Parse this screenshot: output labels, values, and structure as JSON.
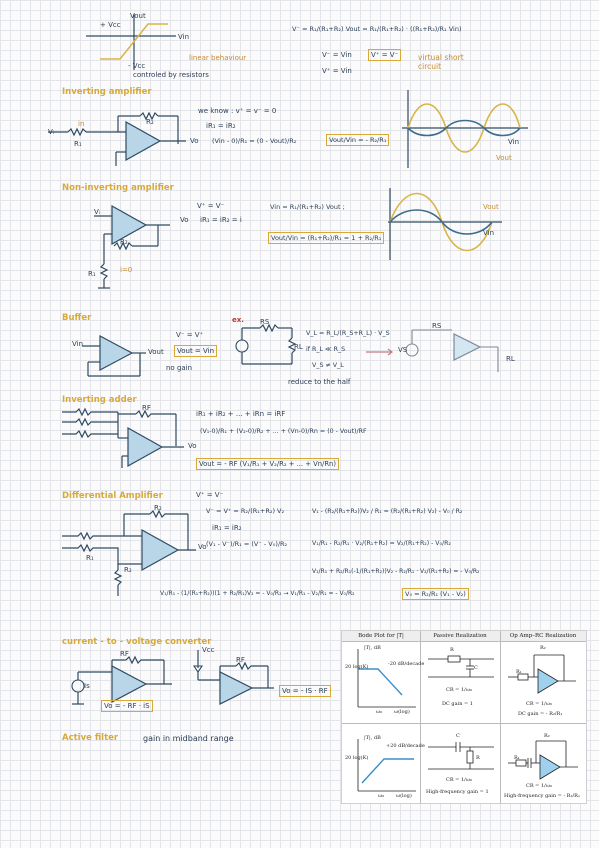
{
  "intro": {
    "vout": "Vout",
    "vcc": "+ Vcc",
    "vin": "Vin",
    "neg_vcc": "- Vcc",
    "linear": "linear behaviour",
    "controlled": "controled by resistors",
    "vminus_eq": "V⁻ = R₁/(R₁+R₂) Vout = R₁/(R₁+R₂) · ((R₁+R₂)/R₁ Vin)",
    "vminus_vin": "V⁻ = Vin",
    "vequal": "V⁺ = V⁻",
    "vplus_vin": "V⁺ = Vin",
    "virtual_short": "virtual short circuit"
  },
  "inverting": {
    "title": "Inverting amplifier",
    "we_know": "we know : v⁺ = v⁻ = 0",
    "currents": "iR₁ = iR₂",
    "eq": "(Vin - 0)/R₁ = (0 - Vout)/R₂",
    "gain": "Vout/Vin = - R₂/R₁",
    "lbl_in": "in",
    "lbl_vi": "Vᵢ",
    "lbl_r1": "R₁",
    "lbl_r2": "R₂",
    "lbl_vo": "Vo",
    "lbl_vin_wave": "Vin",
    "lbl_vout_wave": "Vout"
  },
  "non_inverting": {
    "title": "Non-inverting amplifier",
    "veq": "V⁺ = V⁻",
    "vin_eq": "Vin = R₁/(R₁+R₂) Vout ;",
    "currents": "iR₁ = iR₂ = i",
    "gain": "Vout/Vin = (R₁+R₂)/R₁ = 1 + R₂/R₁",
    "lbl_vout_wave": "Vout",
    "lbl_vin_wave": "Vin",
    "lbl_r1": "R₁",
    "lbl_r2": "R₂",
    "lbl_vo": "Vo",
    "lbl_vi": "Vᵢ",
    "lbl_i0": "i=0"
  },
  "buffer": {
    "title": "Buffer",
    "veq": "V⁻ = V⁺",
    "vout_vin": "Vout = Vin",
    "no_gain": "no gain",
    "ex": "ex.",
    "divider": "V_L = R_L/(R_S+R_L) · V_S",
    "if_rl": "if R_L ≪ R_S",
    "vs_vl": "V_S ≠ V_L",
    "reduce": "reduce to the half",
    "lbl_vin": "Vin",
    "lbl_vout": "Vout",
    "lbl_rs": "RS",
    "lbl_rl": "RL",
    "lbl_vs": "VS"
  },
  "adder": {
    "title": "Inverting adder",
    "currents": "iR₁ + iR₂ + ... + iRn = iRF",
    "eq": "(V₁-0)/R₁ + (V₂-0)/R₂ + ... + (Vn-0)/Rn = (0 - Vout)/RF",
    "result": "Vout = - RF (V₁/R₁ + V₂/R₂ + ... + Vn/Rn)",
    "lbl_rf": "RF",
    "lbl_vo": "Vo"
  },
  "differential": {
    "title": "Differential Amplifier",
    "veq": "V⁺ = V⁻",
    "l1": "V⁻ = V⁺ = R₂/(R₁+R₂) V₂",
    "l2": "iR₁ = iR₂",
    "l3": "(V₁ - V⁻)/R₁ = (V⁻ - V₀)/R₂",
    "r1": "V₁ - (R₂/(R₁+R₂))V₂ / R₁ = (R₂/(R₁+R₂) V₂) - V₀ / R₂",
    "r2": "V₁/R₁ - R₂/R₁ · V₂/(R₁+R₂) = V₂/(R₁+R₂) - V₀/R₂",
    "r3": "V₁/R₁ + R₂/R₁(-1/(R₁+R₂))V₂ - R₂/R₁ · V₂/(R₁+R₂) = - V₀/R₂",
    "r4": "V₁/R₁ - (1/(R₁+R₂))(1 + R₂/R₁)V₂ = - V₀/R₂ → V₁/R₁ - V₂/R₁ = - V₀/R₂",
    "result": "V₀ = R₂/R₁ (V₁ - V₂)",
    "lbl_r1": "R₁",
    "lbl_r2": "R₂",
    "lbl_vo": "Vo"
  },
  "converter": {
    "title": "current - to - voltage converter",
    "lbl_rf": "RF",
    "lbl_is": "Is",
    "lbl_vcc": "Vcc",
    "left": "Vo = - RF · iS",
    "right": "Vo = - IS · RF"
  },
  "active": {
    "title": "Active filter",
    "desc": "gain in midband range"
  },
  "table": {
    "headers": [
      "Bode Plot for |T|",
      "Passive Realization",
      "Op Amp–RC Realization"
    ],
    "row1": {
      "db": "|T|, dB",
      "lvl": "20 log(K)",
      "slope": "-20 dB/decade",
      "w0": "ω₀",
      "axis": "ω(log)",
      "cr": "CR = 1/ω₀",
      "dc": "DC gain = 1",
      "dc2": "DC gain = - R₂/R₁",
      "r": "R",
      "c": "C",
      "r1": "R₁",
      "r2": "R₂"
    },
    "row2": {
      "db": "|T|, dB",
      "lvl": "20 log(K)",
      "slope": "+20 dB/decade",
      "w0": "ω₀",
      "axis": "ω(log)",
      "cr": "CR = 1/ω₀",
      "hf": "High-frequency gain = 1",
      "hf2": "High-frequency gain = - R₂/R₁",
      "r": "R",
      "c": "C",
      "r1": "R₁",
      "r2": "R₂"
    }
  },
  "colors": {
    "ink": "#2c3e55",
    "accent": "#d9a937",
    "opamp": "#b9d6e8",
    "wave_blue": "#3d6d8c",
    "wave_yellow": "#d9b44a"
  }
}
